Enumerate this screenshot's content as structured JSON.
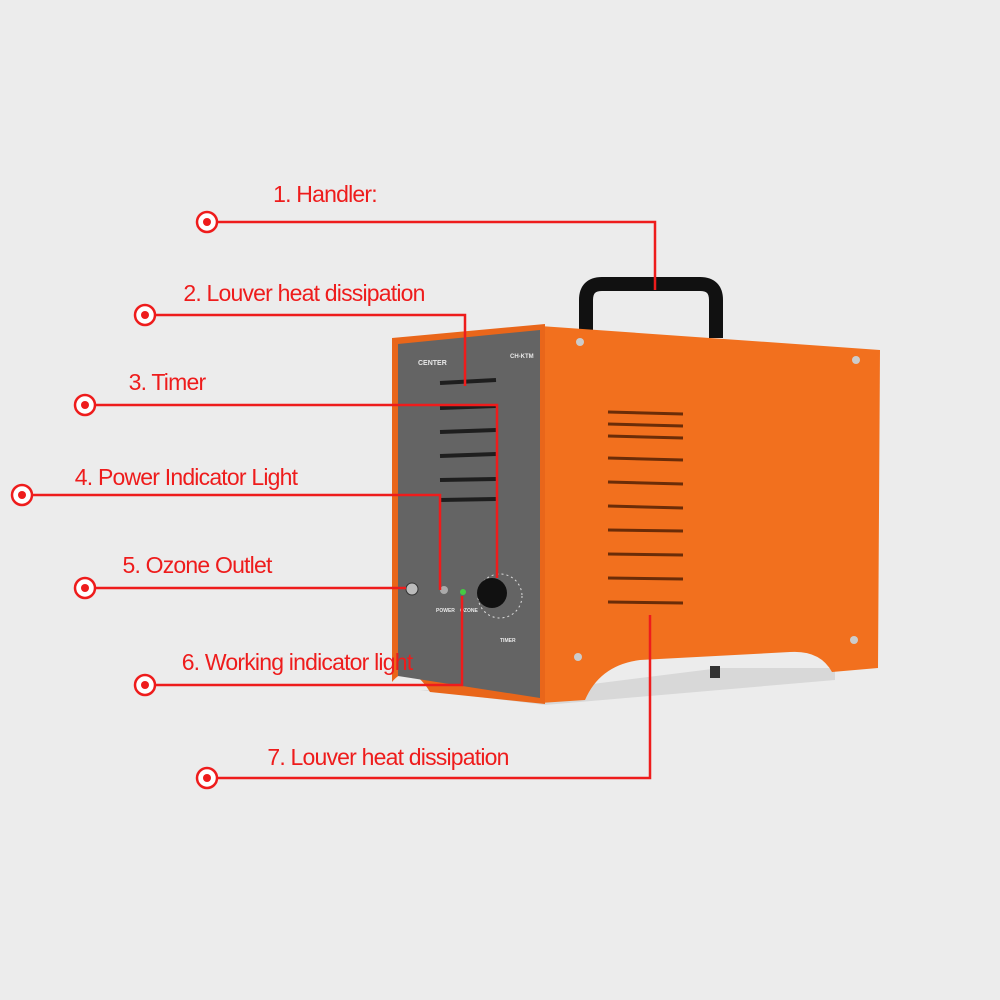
{
  "diagram": {
    "callouts": [
      {
        "label": "1. Handler:"
      },
      {
        "label": "2. Louver heat dissipation"
      },
      {
        "label": "3. Timer"
      },
      {
        "label": "4. Power Indicator Light"
      },
      {
        "label": "5. Ozone Outlet"
      },
      {
        "label": "6. Working indicator light"
      },
      {
        "label": "7. Louver heat dissipation"
      }
    ],
    "device": {
      "brand": "CENTER",
      "model": "CH-KTM",
      "power_label": "POWER",
      "ozone_label": "OZONE",
      "timer_label": "TIMER"
    },
    "colors": {
      "callout": "#ee1c1c",
      "body_orange": "#f2701e",
      "panel_gray": "#626262",
      "background": "#ececec"
    }
  }
}
